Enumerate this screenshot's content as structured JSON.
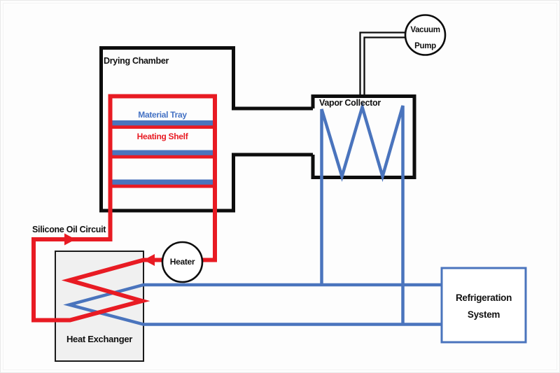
{
  "labels": {
    "drying_chamber": "Drying Chamber",
    "material_tray": "Material Tray",
    "heating_shelf": "Heating Shelf",
    "vapor_collector": "Vapor Collector",
    "vacuum_pump": {
      "line1": "Vacuum",
      "line2": "Pump"
    },
    "silicone_oil_circuit": "Silicone Oil Circuit",
    "heater": "Heater",
    "heat_exchanger": "Heat Exchanger",
    "refrigeration_system": {
      "line1": "Refrigeration",
      "line2": "System"
    }
  },
  "colors": {
    "background": "#fdfdfd",
    "frame": "#e9e9e9",
    "outline_black": "#0d0d0d",
    "pipe_red": "#e81b23",
    "pipe_blue": "#4a74bd",
    "text_blue": "#4472c4",
    "heat_exchanger_fill": "#f0f0f0",
    "node_fill": "#ffffff"
  }
}
